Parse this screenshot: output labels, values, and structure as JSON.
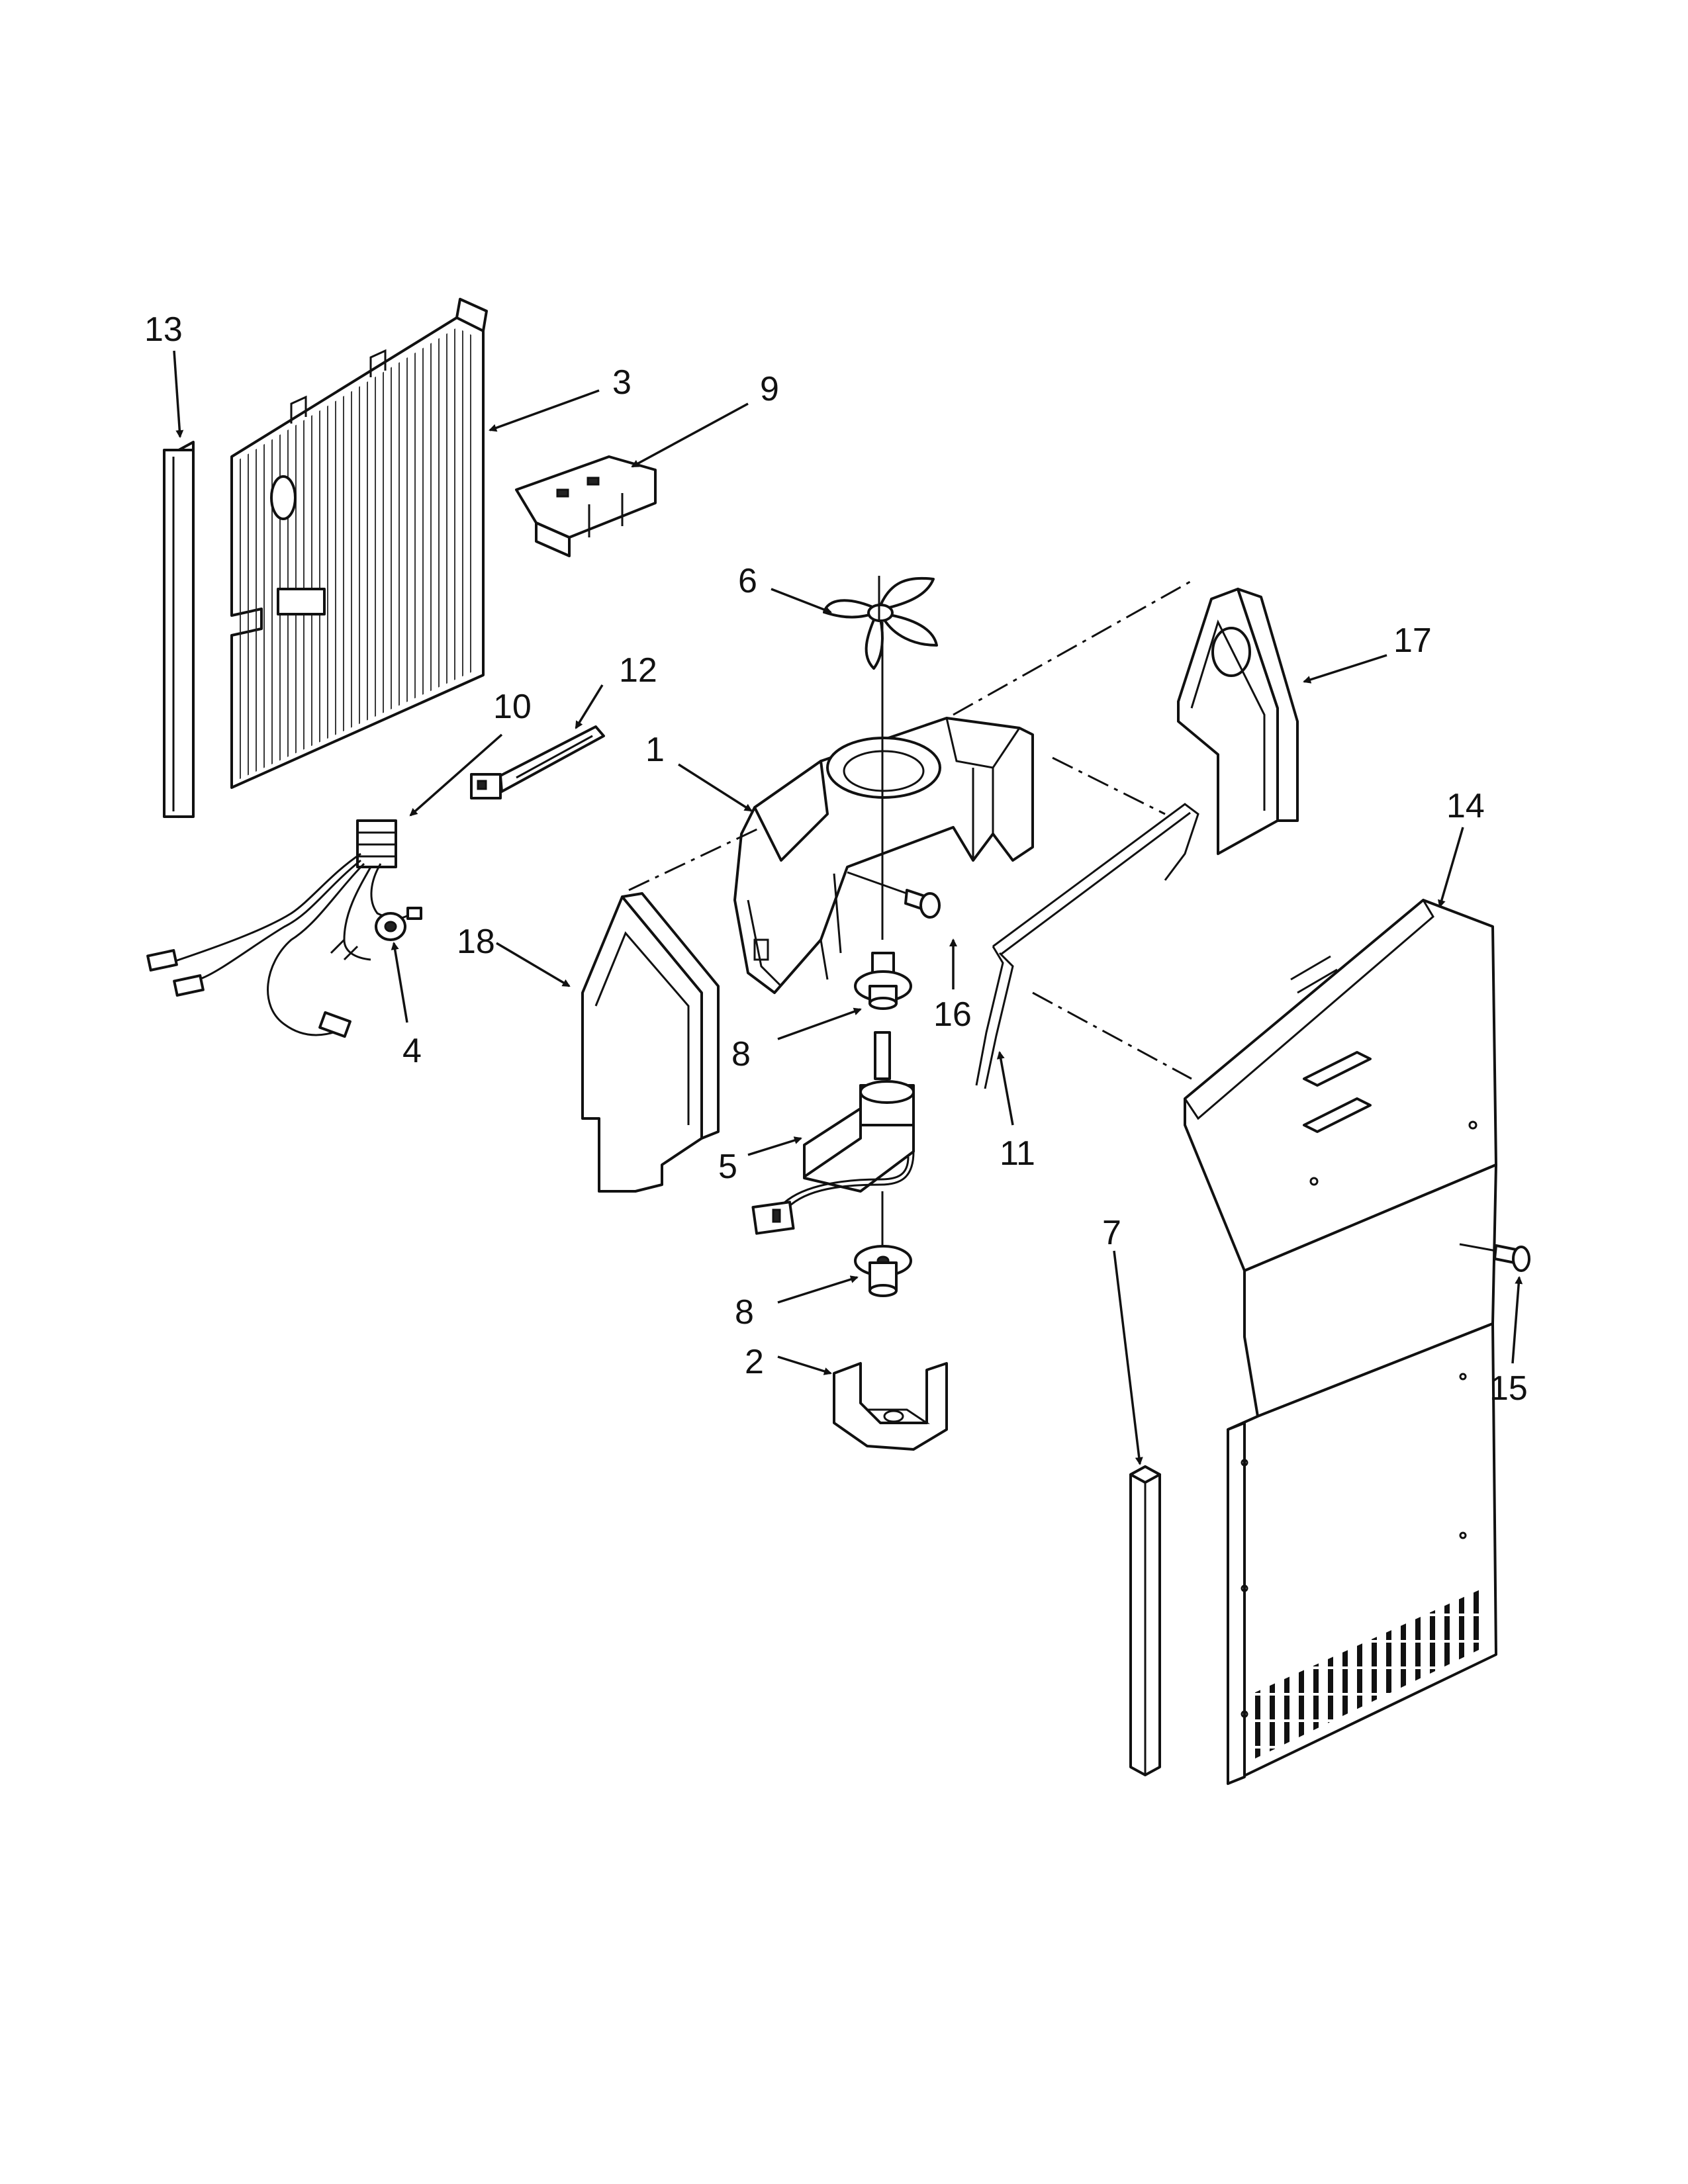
{
  "callouts": {
    "c1": "1",
    "c2": "2",
    "c3": "3",
    "c4": "4",
    "c5": "5",
    "c6": "6",
    "c7": "7",
    "c8a": "8",
    "c8b": "8",
    "c9": "9",
    "c10": "10",
    "c11": "11",
    "c12": "12",
    "c13": "13",
    "c14": "14",
    "c15": "15",
    "c16": "16",
    "c17": "17",
    "c18": "18"
  }
}
